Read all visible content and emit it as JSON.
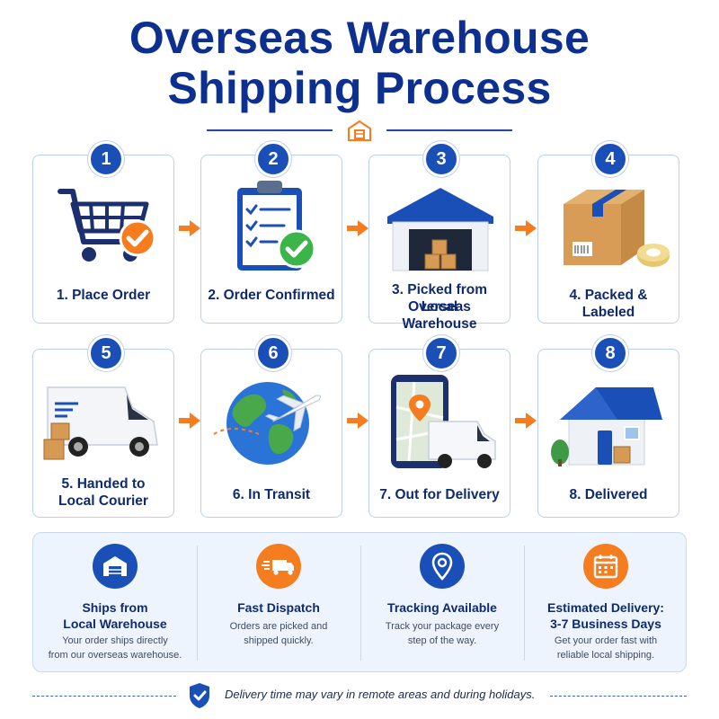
{
  "title_line1": "Overseas Warehouse",
  "title_line2": "Shipping Process",
  "steps": [
    {
      "num": "1",
      "label": "1. Place Order",
      "icon": "shopping-cart-icon"
    },
    {
      "num": "2",
      "label": "2. Order Confirmed",
      "icon": "clipboard-check-icon"
    },
    {
      "num": "3",
      "label_line1": "3. Picked from Local",
      "label_line2": "Overseas Warehouse",
      "icon": "warehouse-icon"
    },
    {
      "num": "4",
      "label": "4. Packed & Labeled",
      "icon": "package-icon"
    },
    {
      "num": "5",
      "label_line1": "5. Handed to",
      "label_line2": "Local Courier",
      "icon": "delivery-van-icon"
    },
    {
      "num": "6",
      "label": "6. In Transit",
      "icon": "globe-plane-icon"
    },
    {
      "num": "7",
      "label": "7. Out for Delivery",
      "icon": "phone-map-icon"
    },
    {
      "num": "8",
      "label": "8. Delivered",
      "icon": "house-icon"
    }
  ],
  "features": [
    {
      "title_line1": "Ships from",
      "title_line2": "Local Warehouse",
      "desc_line1": "Your order ships directly",
      "desc_line2": "from our overseas warehouse.",
      "icon": "warehouse-icon",
      "color": "#1a4fb8"
    },
    {
      "title_line1": "Fast Dispatch",
      "desc_line1": "Orders are picked and",
      "desc_line2": "shipped quickly.",
      "icon": "fast-truck-icon",
      "color": "#f57c1f"
    },
    {
      "title_line1": "Tracking Available",
      "desc_line1": "Track your package every",
      "desc_line2": "step of the way.",
      "icon": "location-pin-icon",
      "color": "#1a4fb8"
    },
    {
      "title_line1": "Estimated Delivery:",
      "title_line2": "3-7 Business Days",
      "desc_line1": "Get your order fast with",
      "desc_line2": "reliable local shipping.",
      "icon": "calendar-icon",
      "color": "#f57c1f"
    }
  ],
  "footer_note": "Delivery time may vary in remote areas and during holidays.",
  "colors": {
    "primary": "#1a4fb8",
    "title": "#0d2f8f",
    "accent": "#f57c1f",
    "check": "#3bb54a"
  }
}
